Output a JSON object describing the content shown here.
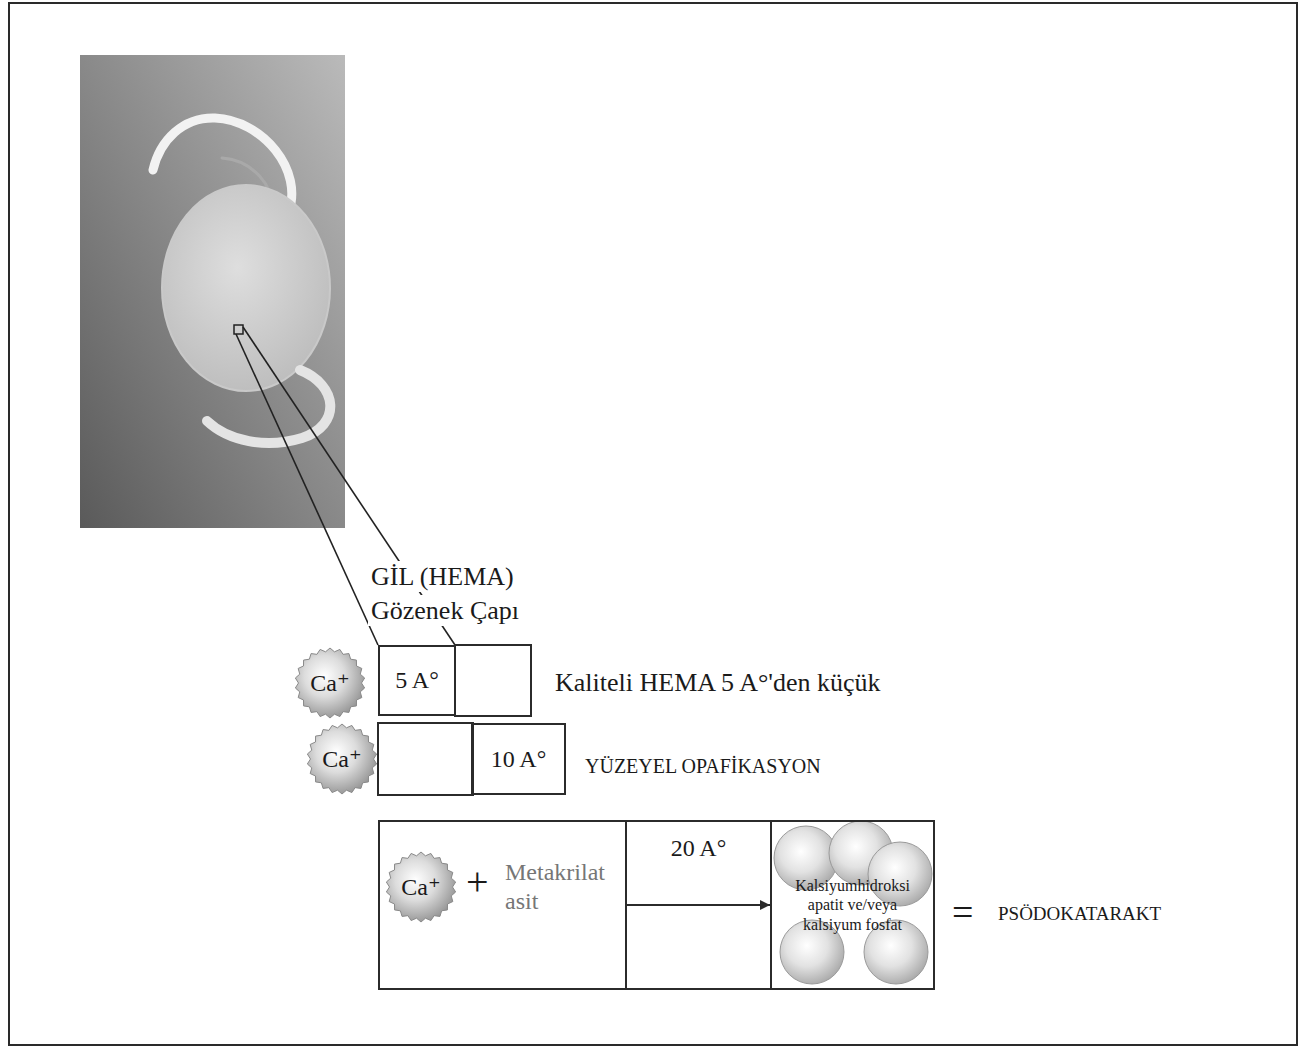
{
  "diagram": {
    "nodes": [
      {
        "text": [
          "Ca⁺"
        ]
      },
      {
        "text": [
          "5 A°"
        ]
      },
      {
        "text": [
          "Ca⁺"
        ]
      },
      {
        "text": [
          "10 A°"
        ]
      },
      {
        "text": [
          "Metakrilat asit"
        ]
      },
      {
        "text": [
          "Ca⁺"
        ],
        "in": 4
      },
      {
        "text": [
          "20 A°"
        ]
      },
      {
        "text": [
          "Kalsiyumhidroksi apatit ve/veya kalsiyum fosfat"
        ]
      }
    ],
    "edges": [
      {
        "from": 4,
        "to": 7,
        "arrow": "to"
      }
    ],
    "labels": [
      "GİL (HEMA)",
      "Gözenek Çapı",
      "Kaliteli HEMA 5 A°'den küçük",
      "YÜZEYEL OPAFİKASYON",
      "+",
      "=",
      "PSÖDOKATARAKT"
    ]
  }
}
